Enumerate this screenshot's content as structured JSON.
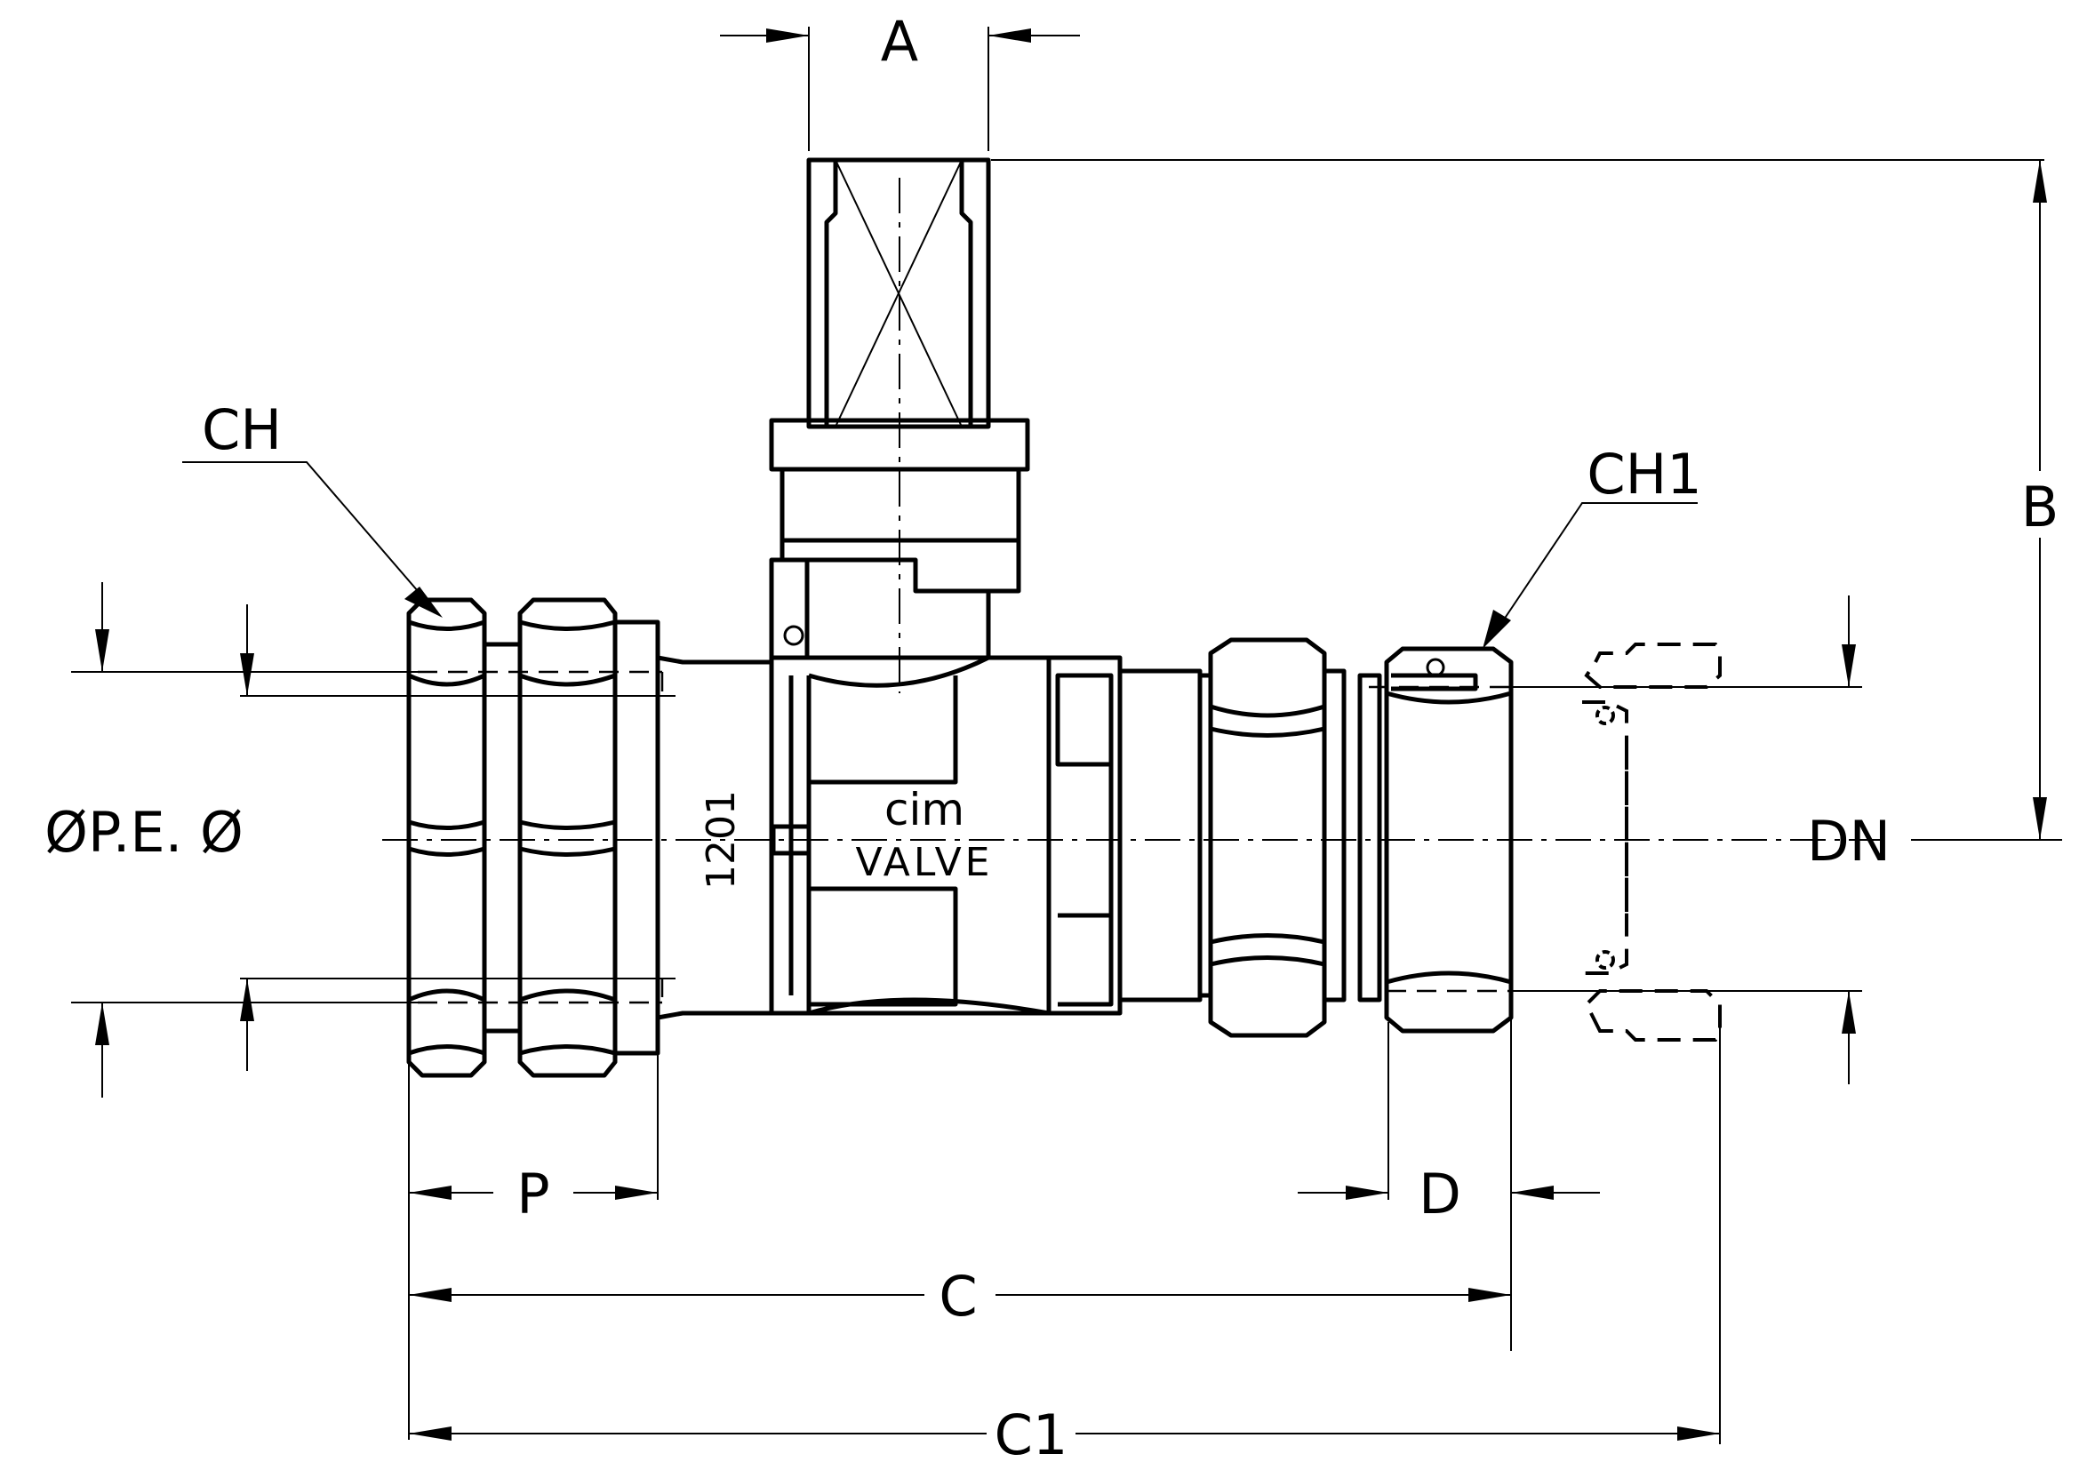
{
  "dimension_labels": {
    "a": "A",
    "b": "B",
    "c": "C",
    "c1": "C1",
    "d": "D",
    "p": "P",
    "dn": "DN",
    "ch": "CH",
    "ch1": "CH1",
    "pe_diameter": "ØP.E. Ø"
  },
  "body_markings": {
    "brand": "cim",
    "model": "VALVE",
    "code": "1201"
  }
}
